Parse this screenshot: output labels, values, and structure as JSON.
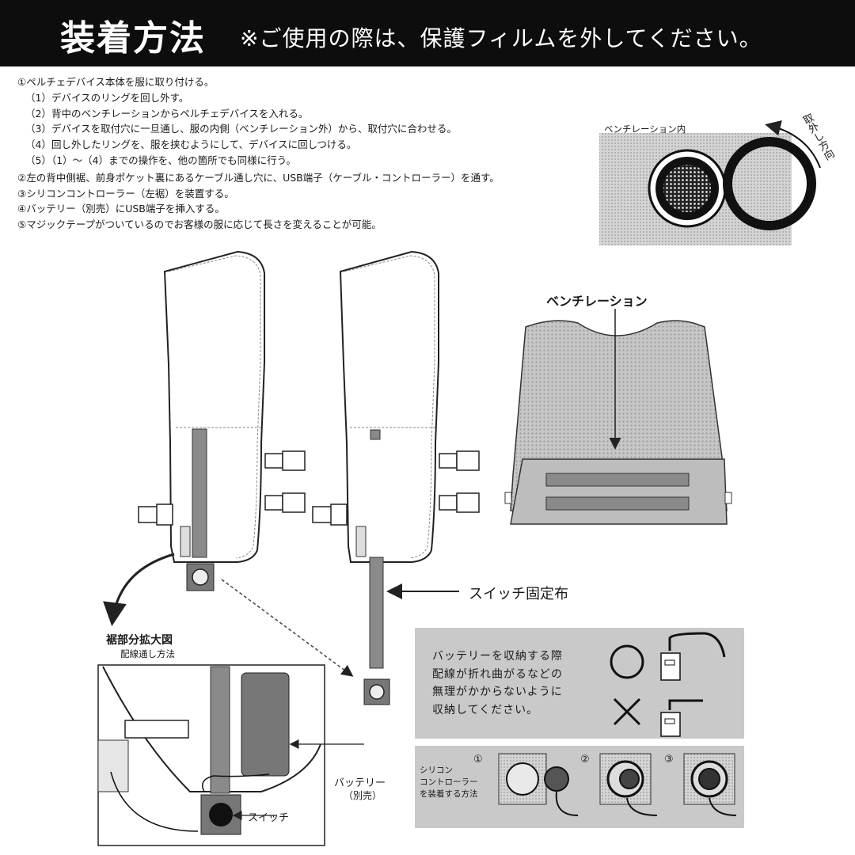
{
  "header": {
    "title": "装着方法",
    "note": "※ご使用の際は、保護フィルムを外してください。"
  },
  "instructions": {
    "step1": "①ペルチェデバイス本体を服に取り付ける。",
    "step1_sub": [
      "（1）デバイスのリングを回し外す。",
      "（2）背中のベンチレーションからペルチェデバイスを入れる。",
      "（3）デバイスを取付穴に一旦通し、服の内側（ベンチレーション外）から、取付穴に合わせる。",
      "（4）回し外したリングを、服を挟むようにして、デバイスに回しつける。",
      "（5）（1）〜（4）までの操作を、他の箇所でも同様に行う。"
    ],
    "step2": "②左の背中側裾、前身ポケット裏にあるケーブル通し穴に、USB端子（ケーブル・コントローラー）を通す。",
    "step3": "③シリコンコントローラー（左裾）を装置する。",
    "step4": "④バッテリー（別売）にUSB端子を挿入する。",
    "step5": "⑤マジックテープがついているのでお客様の服に応じて長さを変えることが可能。"
  },
  "device_diagram": {
    "inside_label": "ベンチレーション内",
    "direction_label": "取外し方向"
  },
  "vest_labels": {
    "ventilation": "ベンチレーション",
    "switch_cloth": "スイッチ固定布",
    "detail_title": "裾部分拡大図",
    "detail_subtitle": "配線通し方法",
    "battery": "バッテリー",
    "battery_note": "（別売）",
    "switch": "スイッチ"
  },
  "note_box": {
    "lines": [
      "バッテリーを収納する際",
      "配線が折れ曲がるなどの",
      "無理がかからないように",
      "収納してください。"
    ],
    "ok_symbol": "○",
    "ng_symbol": "×"
  },
  "steps_box": {
    "label_lines": [
      "シリコン",
      "コントローラー",
      "を装着する方法"
    ],
    "step_numbers": [
      "①",
      "②",
      "③"
    ]
  },
  "colors": {
    "header_bg": "#0d0d0d",
    "panel_bg": "#c9c9c9",
    "mesh_gray": "#bdbdbd",
    "strap_gray": "#8a8a8a"
  }
}
